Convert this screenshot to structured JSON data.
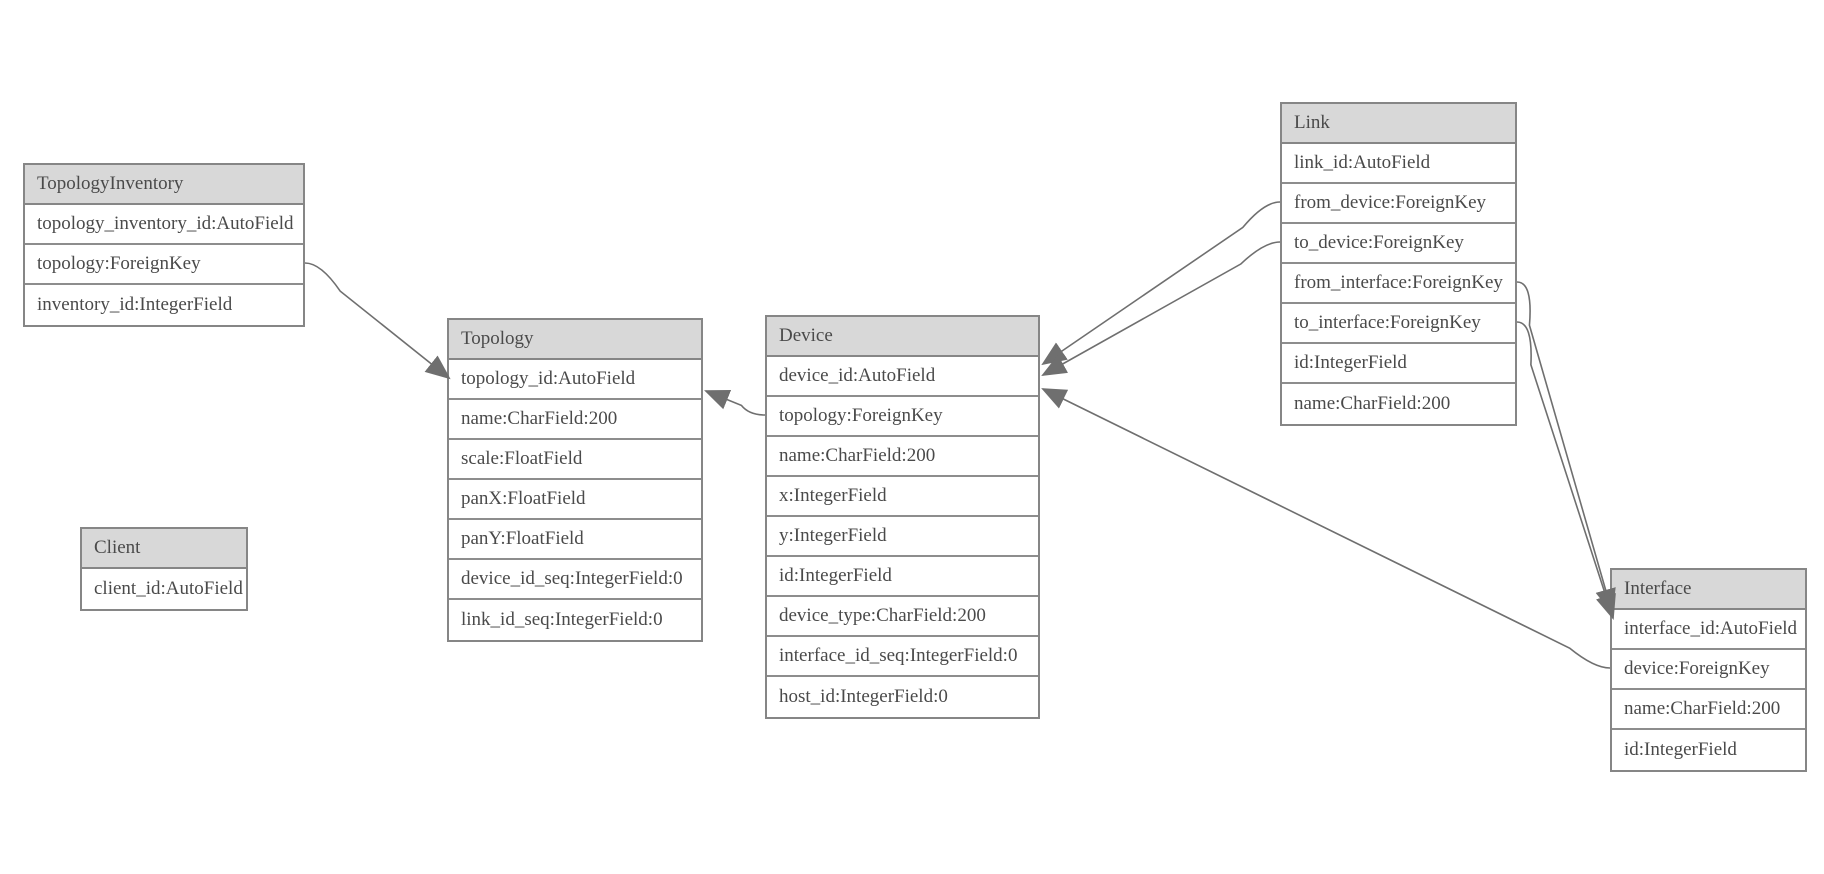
{
  "diagram": {
    "colors": {
      "background": "#ffffff",
      "header_fill": "#d8d8d8",
      "border": "#868686",
      "text": "#4a4a4a",
      "line": "#6f6f6f",
      "arrow": "#6f6f6f"
    },
    "entities": [
      {
        "name": "TopologyInventory",
        "fields": [
          "topology_inventory_id:AutoField",
          "topology:ForeignKey",
          "inventory_id:IntegerField"
        ]
      },
      {
        "name": "Topology",
        "fields": [
          "topology_id:AutoField",
          "name:CharField:200",
          "scale:FloatField",
          "panX:FloatField",
          "panY:FloatField",
          "device_id_seq:IntegerField:0",
          "link_id_seq:IntegerField:0"
        ]
      },
      {
        "name": "Client",
        "fields": [
          "client_id:AutoField"
        ]
      },
      {
        "name": "Device",
        "fields": [
          "device_id:AutoField",
          "topology:ForeignKey",
          "name:CharField:200",
          "x:IntegerField",
          "y:IntegerField",
          "id:IntegerField",
          "device_type:CharField:200",
          "interface_id_seq:IntegerField:0",
          "host_id:IntegerField:0"
        ]
      },
      {
        "name": "Link",
        "fields": [
          "link_id:AutoField",
          "from_device:ForeignKey",
          "to_device:ForeignKey",
          "from_interface:ForeignKey",
          "to_interface:ForeignKey",
          "id:IntegerField",
          "name:CharField:200"
        ]
      },
      {
        "name": "Interface",
        "fields": [
          "interface_id:AutoField",
          "device:ForeignKey",
          "name:CharField:200",
          "id:IntegerField"
        ]
      }
    ],
    "relations": [
      {
        "from": "TopologyInventory.topology",
        "to": "Topology"
      },
      {
        "from": "Device.topology",
        "to": "Topology"
      },
      {
        "from": "Link.from_device",
        "to": "Device"
      },
      {
        "from": "Link.to_device",
        "to": "Device"
      },
      {
        "from": "Link.from_interface",
        "to": "Interface"
      },
      {
        "from": "Link.to_interface",
        "to": "Interface"
      },
      {
        "from": "Interface.device",
        "to": "Device"
      }
    ]
  }
}
